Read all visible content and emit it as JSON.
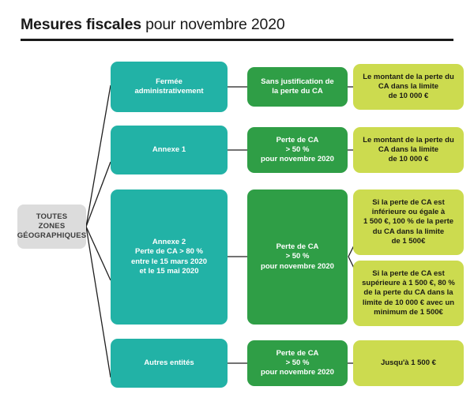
{
  "header": {
    "title_strong": "Mesures fiscales",
    "title_light": " pour novembre 2020"
  },
  "diagram": {
    "root": {
      "label": "TOUTES\nZONES\nGÉOGRAPHIQUES"
    },
    "rows": [
      {
        "category": "Fermée\nadministrativement",
        "condition": "Sans justification de\nla perte du CA",
        "results": [
          "Le montant de la perte du\nCA dans la limite\nde 10 000 €"
        ]
      },
      {
        "category": "Annexe 1",
        "condition": "Perte de CA\n> 50 %\npour novembre 2020",
        "results": [
          "Le montant de la perte du\nCA dans la limite\nde 10 000 €"
        ]
      },
      {
        "category": "Annexe 2\nPerte de CA > 80 %\nentre le 15 mars 2020\net le 15 mai 2020",
        "condition": "Perte de CA\n> 50 %\npour novembre 2020",
        "results": [
          "Si la perte de CA est\ninférieure ou égale à\n1 500 €, 100 % de la perte\ndu CA dans la limite\nde 1 500€",
          "Si la perte de CA est\nsupérieure à 1 500 €, 80 %\nde la perte du CA dans la\nlimite de 10 000 € avec un\nminimum de 1 500€"
        ]
      },
      {
        "category": "Autres entités",
        "condition": "Perte de CA\n> 50 %\npour novembre 2020",
        "results": [
          "Jusqu'à 1 500 €"
        ]
      }
    ]
  },
  "colors": {
    "root_fill": "#dcdcdc",
    "category_fill": "#22b2a6",
    "condition_fill": "#2f9e46",
    "result_fill": "#ccdb4f",
    "connector": "#1f1f1f",
    "title_text": "#1a1a1a"
  }
}
